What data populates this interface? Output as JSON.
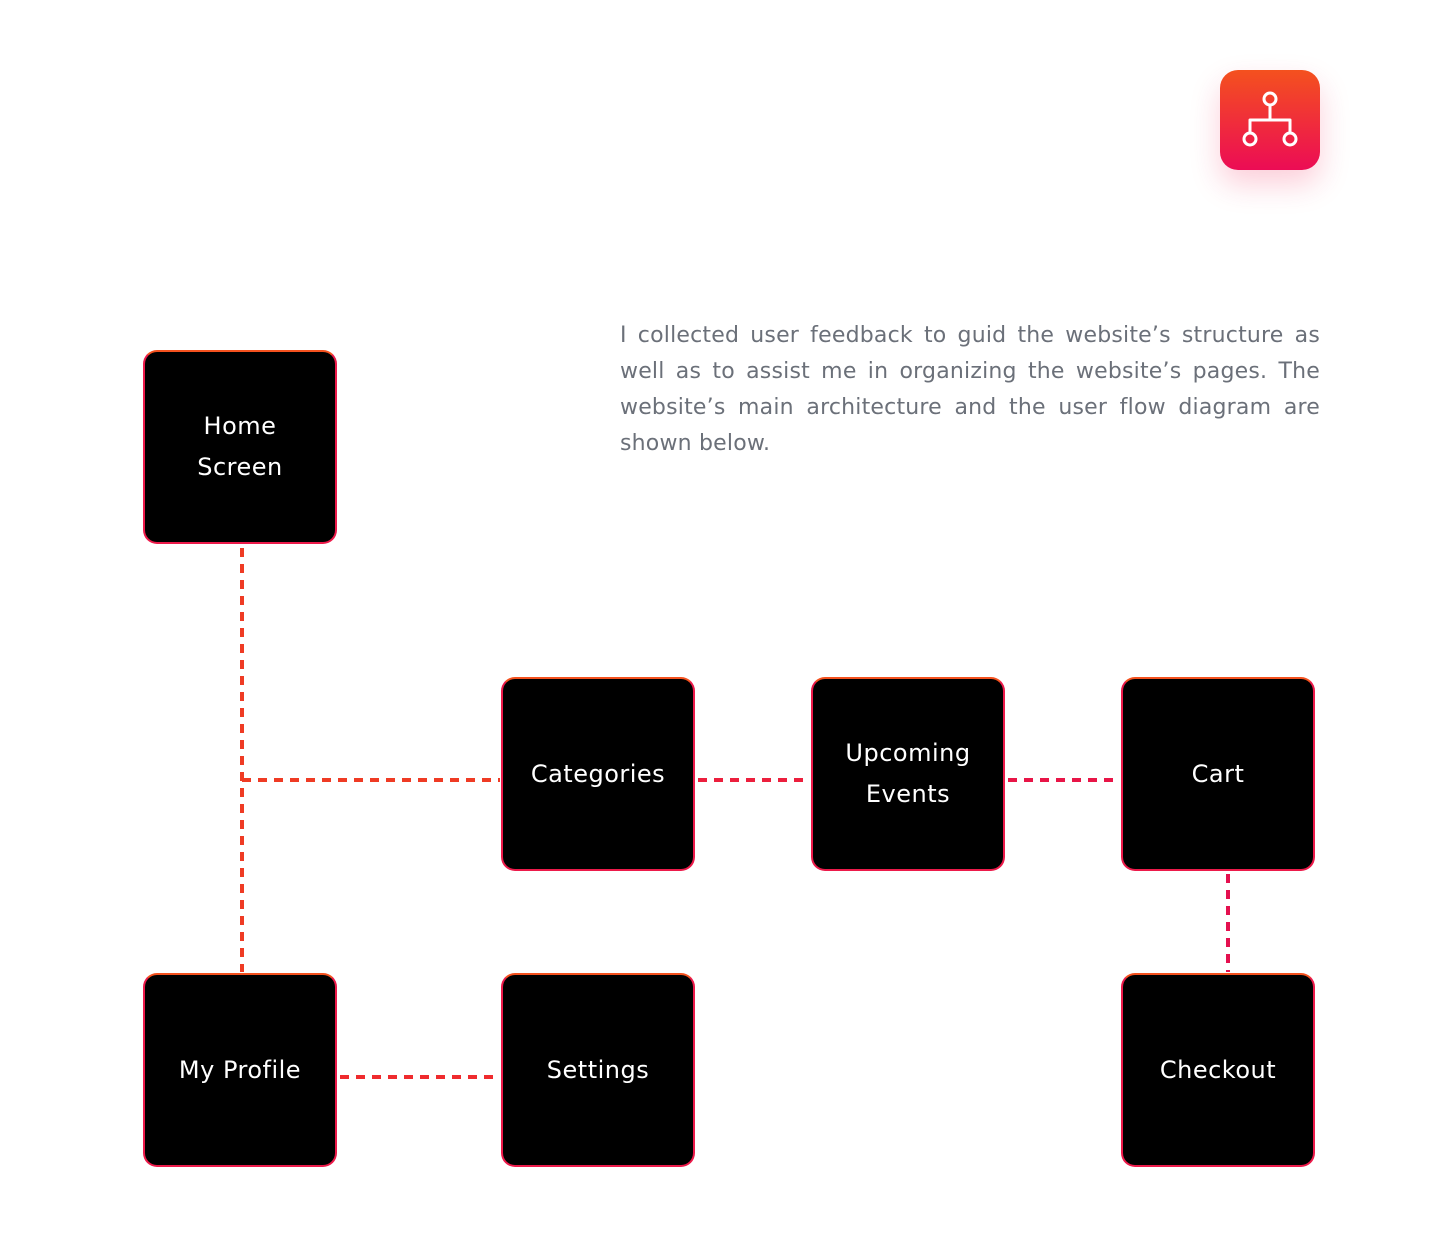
{
  "header": {
    "icon": "sitemap-icon",
    "accent_gradient": [
      "#f4511e",
      "#ec0c55"
    ]
  },
  "description": "I collected user feedback to guid the website’s structure as well as to assist me in organizing the website’s pages. The website’s main architecture and the user flow diagram are shown below.",
  "diagram": {
    "connector_color": "#ee2a3a",
    "node_color": "#000000",
    "nodes": [
      {
        "id": "home",
        "label": "Home\nScreen"
      },
      {
        "id": "categories",
        "label": "Categories"
      },
      {
        "id": "upcoming",
        "label": "Upcoming\nEvents"
      },
      {
        "id": "cart",
        "label": "Cart"
      },
      {
        "id": "profile",
        "label": "My Profile"
      },
      {
        "id": "settings",
        "label": "Settings"
      },
      {
        "id": "checkout",
        "label": "Checkout"
      }
    ],
    "edges": [
      {
        "from": "home",
        "to": "profile"
      },
      {
        "from": "home",
        "to": "categories"
      },
      {
        "from": "categories",
        "to": "upcoming"
      },
      {
        "from": "upcoming",
        "to": "cart"
      },
      {
        "from": "cart",
        "to": "checkout"
      },
      {
        "from": "profile",
        "to": "settings"
      }
    ]
  }
}
